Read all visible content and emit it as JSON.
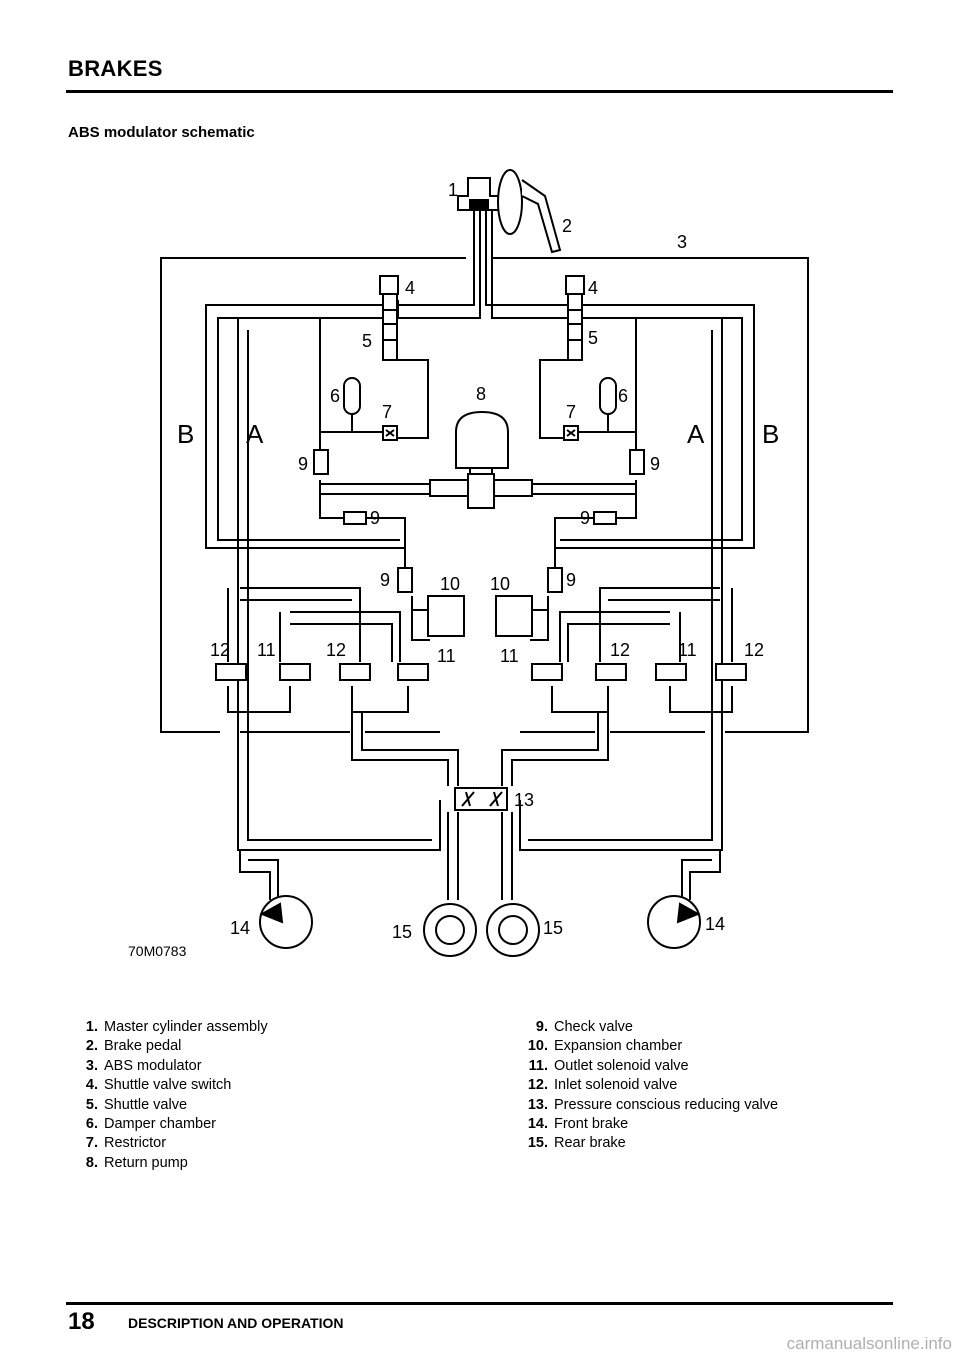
{
  "header": {
    "title": "BRAKES"
  },
  "section_title": "ABS modulator schematic",
  "diagram": {
    "figure_code": "70M0783",
    "circuit_labels": {
      "a": "A",
      "b": "B"
    },
    "callouts": [
      "1",
      "2",
      "3",
      "4",
      "5",
      "6",
      "7",
      "8",
      "9",
      "10",
      "11",
      "12",
      "13",
      "14",
      "15"
    ]
  },
  "legend_left": [
    {
      "num": "1.",
      "text": "Master cylinder assembly"
    },
    {
      "num": "2.",
      "text": "Brake pedal"
    },
    {
      "num": "3.",
      "text": "ABS modulator"
    },
    {
      "num": "4.",
      "text": "Shuttle valve switch"
    },
    {
      "num": "5.",
      "text": "Shuttle valve"
    },
    {
      "num": "6.",
      "text": "Damper chamber"
    },
    {
      "num": "7.",
      "text": "Restrictor"
    },
    {
      "num": "8.",
      "text": "Return pump"
    }
  ],
  "legend_right": [
    {
      "num": "9.",
      "text": "Check valve"
    },
    {
      "num": "10.",
      "text": "Expansion chamber"
    },
    {
      "num": "11.",
      "text": "Outlet solenoid valve"
    },
    {
      "num": "12.",
      "text": "Inlet solenoid valve"
    },
    {
      "num": "13.",
      "text": "Pressure conscious reducing valve"
    },
    {
      "num": "14.",
      "text": "Front brake"
    },
    {
      "num": "15.",
      "text": "Rear brake"
    }
  ],
  "footer": {
    "page_number": "18",
    "section": "DESCRIPTION AND OPERATION"
  },
  "watermark": "carmanualsonline.info"
}
